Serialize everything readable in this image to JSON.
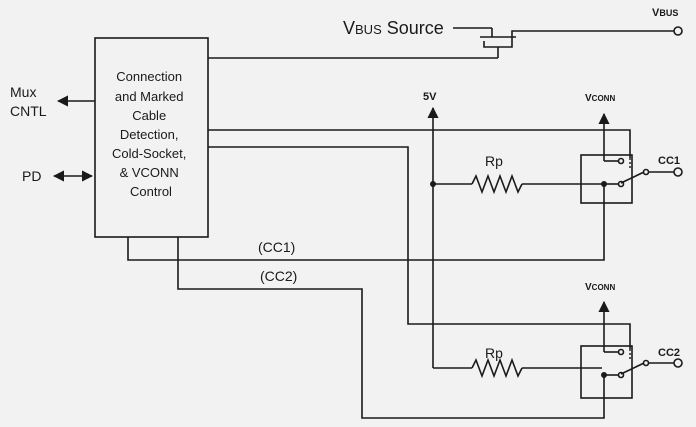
{
  "controller": {
    "lines": [
      "Connection",
      "and Marked",
      "Cable",
      "Detection,",
      "Cold-Socket,",
      "& VCONN",
      "Control"
    ]
  },
  "signals": {
    "mux_line1": "Mux",
    "mux_line2": "CNTL",
    "pd": "PD"
  },
  "vbus": {
    "source_label_prefix": "V",
    "source_label_sub": "BUS",
    "source_label_rest": " Source",
    "out_prefix": "V",
    "out_sub": "BUS"
  },
  "rail_5v": "5V",
  "vconn_prefix": "V",
  "vconn_sub": "CONN",
  "resistor_label": "Rp",
  "channels": {
    "cc1_pin": "CC1",
    "cc2_pin": "CC2",
    "cc1_wire": "(CC1)",
    "cc2_wire": "(CC2)"
  },
  "colors": {
    "ink": "#1a1a1a",
    "background": "#f2f2f2"
  }
}
